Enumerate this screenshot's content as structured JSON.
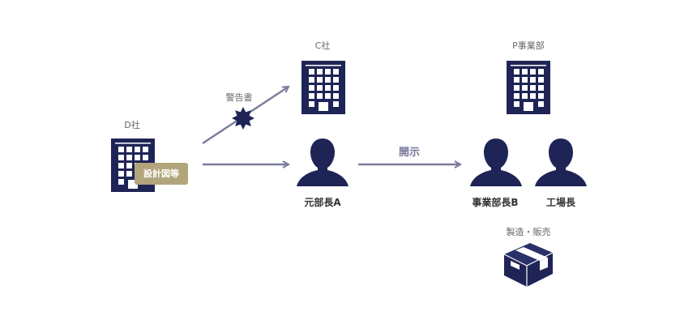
{
  "colors": {
    "navy": "#1f2457",
    "arrow": "#7a7b9c",
    "doc_box": "#b2a57b"
  },
  "entities": {
    "d_company": "D社",
    "c_company": "C社",
    "p_division": "P事業部"
  },
  "documents": {
    "design_docs": "設計図等",
    "warning_letter": "警告書"
  },
  "people": {
    "former_manager_a": "元部長A",
    "manager_b": "事業部長B",
    "factory_manager": "工場長"
  },
  "arrows": {
    "disclosure": "開示"
  },
  "activity": {
    "manufacture_sales": "製造・販売"
  },
  "icons": [
    "building-icon",
    "person-icon",
    "burst-icon",
    "box-icon"
  ]
}
